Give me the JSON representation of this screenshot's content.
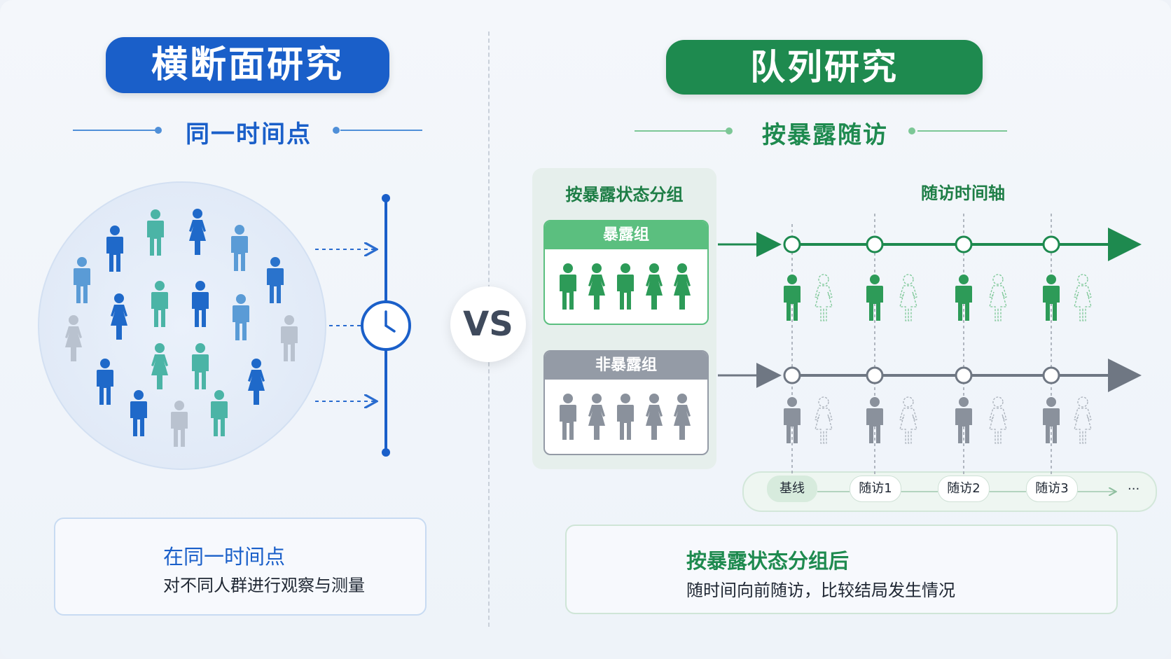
{
  "left": {
    "title": "横断面研究",
    "subtitle": "同一时间点",
    "info_title": "在同一时间点",
    "info_text": "对不同人群进行观察与测量",
    "icon": "calendar-clock-icon"
  },
  "vs_label": "VS",
  "right": {
    "title": "队列研究",
    "subtitle": "按暴露随访",
    "panel_title": "按暴露状态分组",
    "timeline_title": "随访时间轴",
    "exposed_label": "暴露组",
    "unexposed_label": "非暴露组",
    "stages": [
      "基线",
      "随访1",
      "随访2",
      "随访3"
    ],
    "ellipsis": "···",
    "info_title": "按暴露状态分组后",
    "info_text": "随时间向前随访，比较结局发生情况",
    "icon": "group-people-icon"
  },
  "colors": {
    "blue": "#1a5fc9",
    "blue_light": "#5a9bd6",
    "teal": "#3fb3a8",
    "green": "#1e8a4f",
    "green_light": "#5bbf7f",
    "gray": "#808894"
  }
}
